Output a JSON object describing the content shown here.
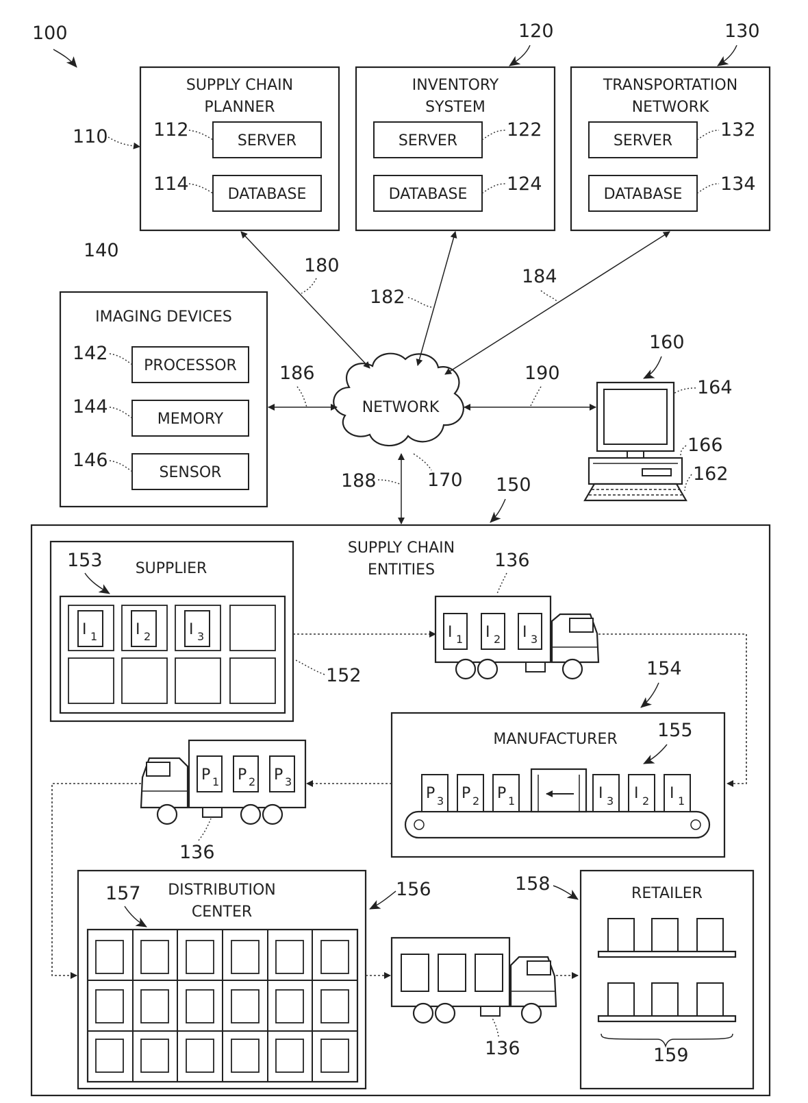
{
  "refs": {
    "system": "100",
    "planner": "110",
    "planner_server": "112",
    "planner_db": "114",
    "inventory": "120",
    "inventory_server": "122",
    "inventory_db": "124",
    "transport": "130",
    "transport_server": "132",
    "transport_db": "134",
    "truck": "136",
    "imaging": "140",
    "processor": "142",
    "memory": "144",
    "sensor": "146",
    "entities": "150",
    "supplier": "152",
    "supplier_storage": "153",
    "manufacturer": "154",
    "conveyor": "155",
    "distribution": "156",
    "dc_storage": "157",
    "retailer": "158",
    "shelves": "159",
    "computer": "160",
    "keyboard": "162",
    "monitor": "164",
    "tower": "166",
    "network": "170",
    "link_planner": "180",
    "link_inventory": "182",
    "link_transport": "184",
    "link_imaging": "186",
    "link_entities": "188",
    "link_computer": "190"
  },
  "labels": {
    "planner_l1": "SUPPLY CHAIN",
    "planner_l2": "PLANNER",
    "inventory_l1": "INVENTORY",
    "inventory_l2": "SYSTEM",
    "transport_l1": "TRANSPORTATION",
    "transport_l2": "NETWORK",
    "server": "SERVER",
    "database": "DATABASE",
    "imaging": "IMAGING DEVICES",
    "processor": "PROCESSOR",
    "memory": "MEMORY",
    "sensor": "SENSOR",
    "network": "NETWORK",
    "entities_l1": "SUPPLY CHAIN",
    "entities_l2": "ENTITIES",
    "supplier": "SUPPLIER",
    "manufacturer": "MANUFACTURER",
    "distribution_l1": "DISTRIBUTION",
    "distribution_l2": "CENTER",
    "retailer": "RETAILER"
  },
  "items": {
    "letter_i": "I",
    "letter_p": "P",
    "sub1": "1",
    "sub2": "2",
    "sub3": "3"
  }
}
